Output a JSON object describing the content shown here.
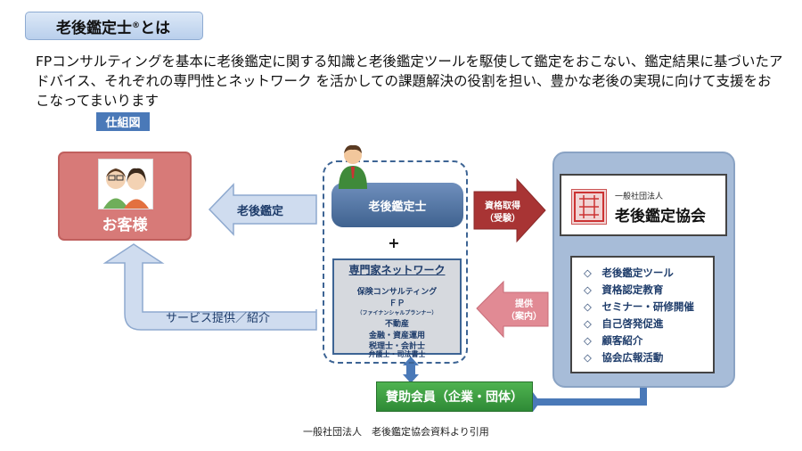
{
  "title": {
    "text": "老後鑑定士",
    "mark": "®",
    "suffix": "とは"
  },
  "intro": "FPコンサルティングを基本に老後鑑定に関する知識と老後鑑定ツールを駆使して鑑定をおこない、鑑定結果に基づいたアドバイス、それぞれの専門性とネットワーク を活かしての課題解決の役割を担い、豊かな老後の実現に向けて支援をおこなってまいります",
  "section_label": "仕組図",
  "customer": {
    "label": "お客様"
  },
  "arrows": {
    "appraisal": "老後鑑定",
    "service": "サービス提供／紹介",
    "qualification_line1": "資格取得",
    "qualification_line2": "（受験）",
    "provide_line1": "提供",
    "provide_line2": "（案内）"
  },
  "center": {
    "appraiser": "老後鑑定士",
    "plus": "+",
    "network_title": "専門家ネットワーク",
    "network_items": [
      "保険コンサルティング",
      "ＦＰ",
      "（ファイナンシャルプランナー）",
      "不動産",
      "金融・資産運用",
      "税理士・会計士",
      "弁護士・司法書士"
    ]
  },
  "association": {
    "org_type": "一般社団法人",
    "name": "老後鑑定協会",
    "items": [
      "◇　老後鑑定ツール",
      "◇　資格認定教育",
      "◇　セミナー・研修開催",
      "◇　自己啓発促進",
      "◇　顧客紹介",
      "◇　協会広報活動"
    ]
  },
  "sponsor": "賛助会員（企業・団体）",
  "footer": "一般社団法人　老後鑑定協会資料より引用",
  "colors": {
    "customer": "#d77a78",
    "appraiser": "#3f628f",
    "association": "#a7bcd8",
    "sponsor": "#2e8a36",
    "arrow_blue": "#cfdcef",
    "arrow_red": "#a83434",
    "arrow_pink": "#e18a94"
  }
}
